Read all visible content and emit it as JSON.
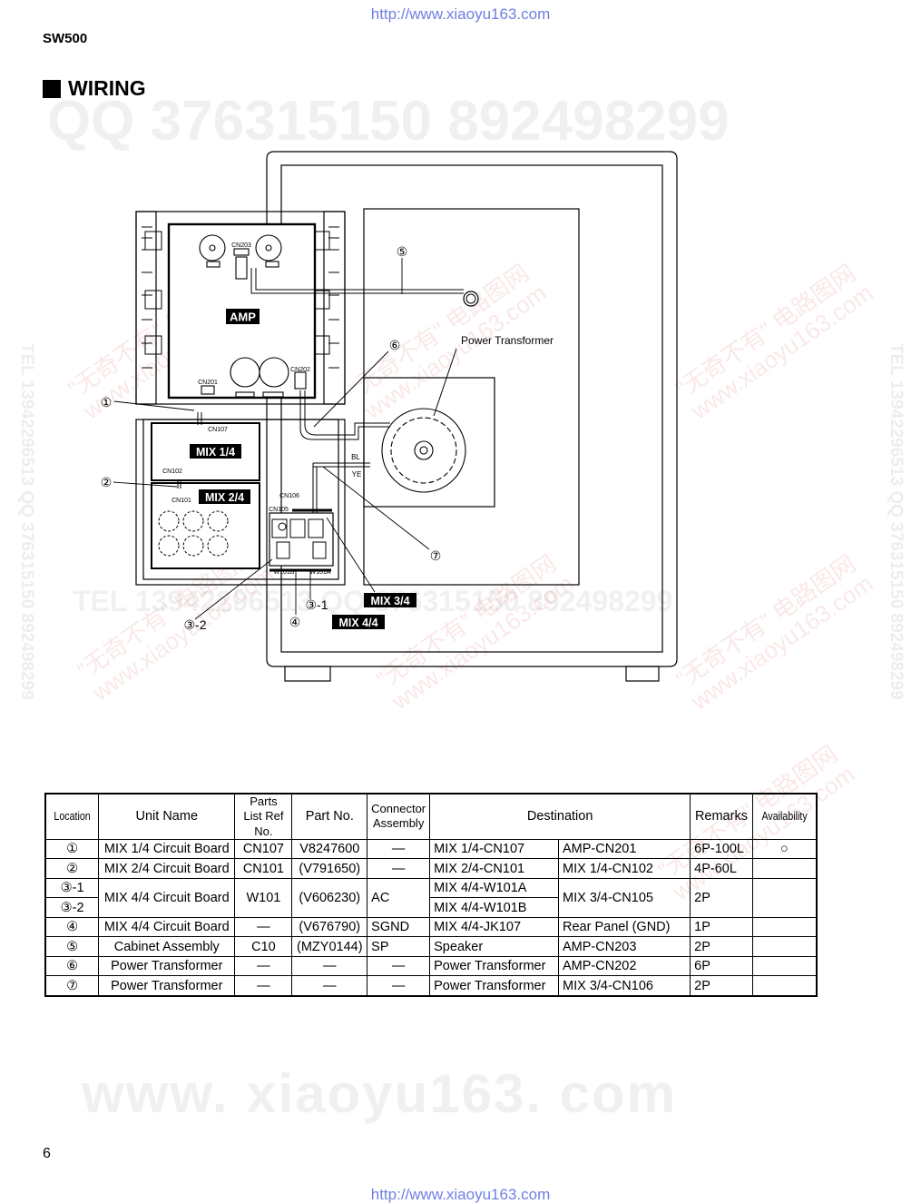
{
  "header": {
    "url": "http://www.xiaoyu163.com",
    "model": "SW500",
    "section_title": "WIRING"
  },
  "footer": {
    "page_number": "6",
    "url": "http://www.xiaoyu163.com"
  },
  "watermarks": {
    "qq": "QQ 376315150   892498299",
    "site": "www. xiaoyu163. com",
    "tel": "TEL 13942296513   QQ 376315150   892498299",
    "side": "TEL 13942296513  QQ 376315150  892498299",
    "red_cn": "\"无奇不有\" 电路图网",
    "red_site": "www.xiaoyu163.com"
  },
  "diagram": {
    "boards": {
      "amp": "AMP",
      "mix14": "MIX 1/4",
      "mix24": "MIX 2/4",
      "mix34": "MIX 3/4",
      "mix44": "MIX 4/4"
    },
    "connectors": {
      "cn203": "CN203",
      "cn201": "CN201",
      "cn202": "CN202",
      "cn107": "CN107",
      "cn102": "CN102",
      "cn101": "CN101",
      "cn106": "CN106",
      "cn105": "CN105",
      "w101b": "W101B",
      "w101a": "W101A"
    },
    "wire_colors": {
      "bl": "BL",
      "ye": "YE"
    },
    "power_transformer_label": "Power Transformer",
    "callouts": {
      "c1": "①",
      "c2": "②",
      "c31": "③-1",
      "c32": "③-2",
      "c4": "④",
      "c5": "⑤",
      "c6": "⑥",
      "c7": "⑦"
    }
  },
  "table": {
    "headers": {
      "location": "Location",
      "unit_name": "Unit Name",
      "parts_list_ref": "Parts List Ref No.",
      "part_no": "Part No.",
      "connector_assembly": "Connector Assembly",
      "destination": "Destination",
      "remarks": "Remarks",
      "availability": "Availability"
    },
    "rows": [
      {
        "location": "①",
        "unit_name": "MIX 1/4 Circuit Board",
        "ref": "CN107",
        "part_no": "V8247600",
        "connector": "—",
        "dest_a": "MIX 1/4-CN107",
        "dest_b": "AMP-CN201",
        "remarks": "6P-100L",
        "availability": "○"
      },
      {
        "location": "②",
        "unit_name": "MIX 2/4 Circuit Board",
        "ref": "CN101",
        "part_no": "(V791650)",
        "connector": "—",
        "dest_a": "MIX 2/4-CN101",
        "dest_b": "MIX 1/4-CN102",
        "remarks": "4P-60L",
        "availability": ""
      },
      {
        "location": "③-1",
        "unit_name": "MIX 4/4 Circuit Board",
        "ref": "W101",
        "part_no": "(V606230)",
        "connector": "AC",
        "dest_a": "MIX 4/4-W101A",
        "dest_b": "MIX 3/4-CN105",
        "remarks": "2P",
        "availability": ""
      },
      {
        "location": "③-2",
        "dest_a": "MIX 4/4-W101B"
      },
      {
        "location": "④",
        "unit_name": "MIX 4/4 Circuit Board",
        "ref": "—",
        "part_no": "(V676790)",
        "connector": "SGND",
        "dest_a": "MIX 4/4-JK107",
        "dest_b": "Rear Panel (GND)",
        "remarks": "1P",
        "availability": ""
      },
      {
        "location": "⑤",
        "unit_name": "Cabinet Assembly",
        "ref": "C10",
        "part_no": "(MZY0144)",
        "connector": "SP",
        "dest_a": "Speaker",
        "dest_b": "AMP-CN203",
        "remarks": "2P",
        "availability": ""
      },
      {
        "location": "⑥",
        "unit_name": "Power Transformer",
        "ref": "—",
        "part_no": "—",
        "connector": "—",
        "dest_a": "Power Transformer",
        "dest_b": "AMP-CN202",
        "remarks": "6P",
        "availability": ""
      },
      {
        "location": "⑦",
        "unit_name": "Power Transformer",
        "ref": "—",
        "part_no": "—",
        "connector": "—",
        "dest_a": "Power Transformer",
        "dest_b": "MIX 3/4-CN106",
        "remarks": "2P",
        "availability": ""
      }
    ]
  }
}
